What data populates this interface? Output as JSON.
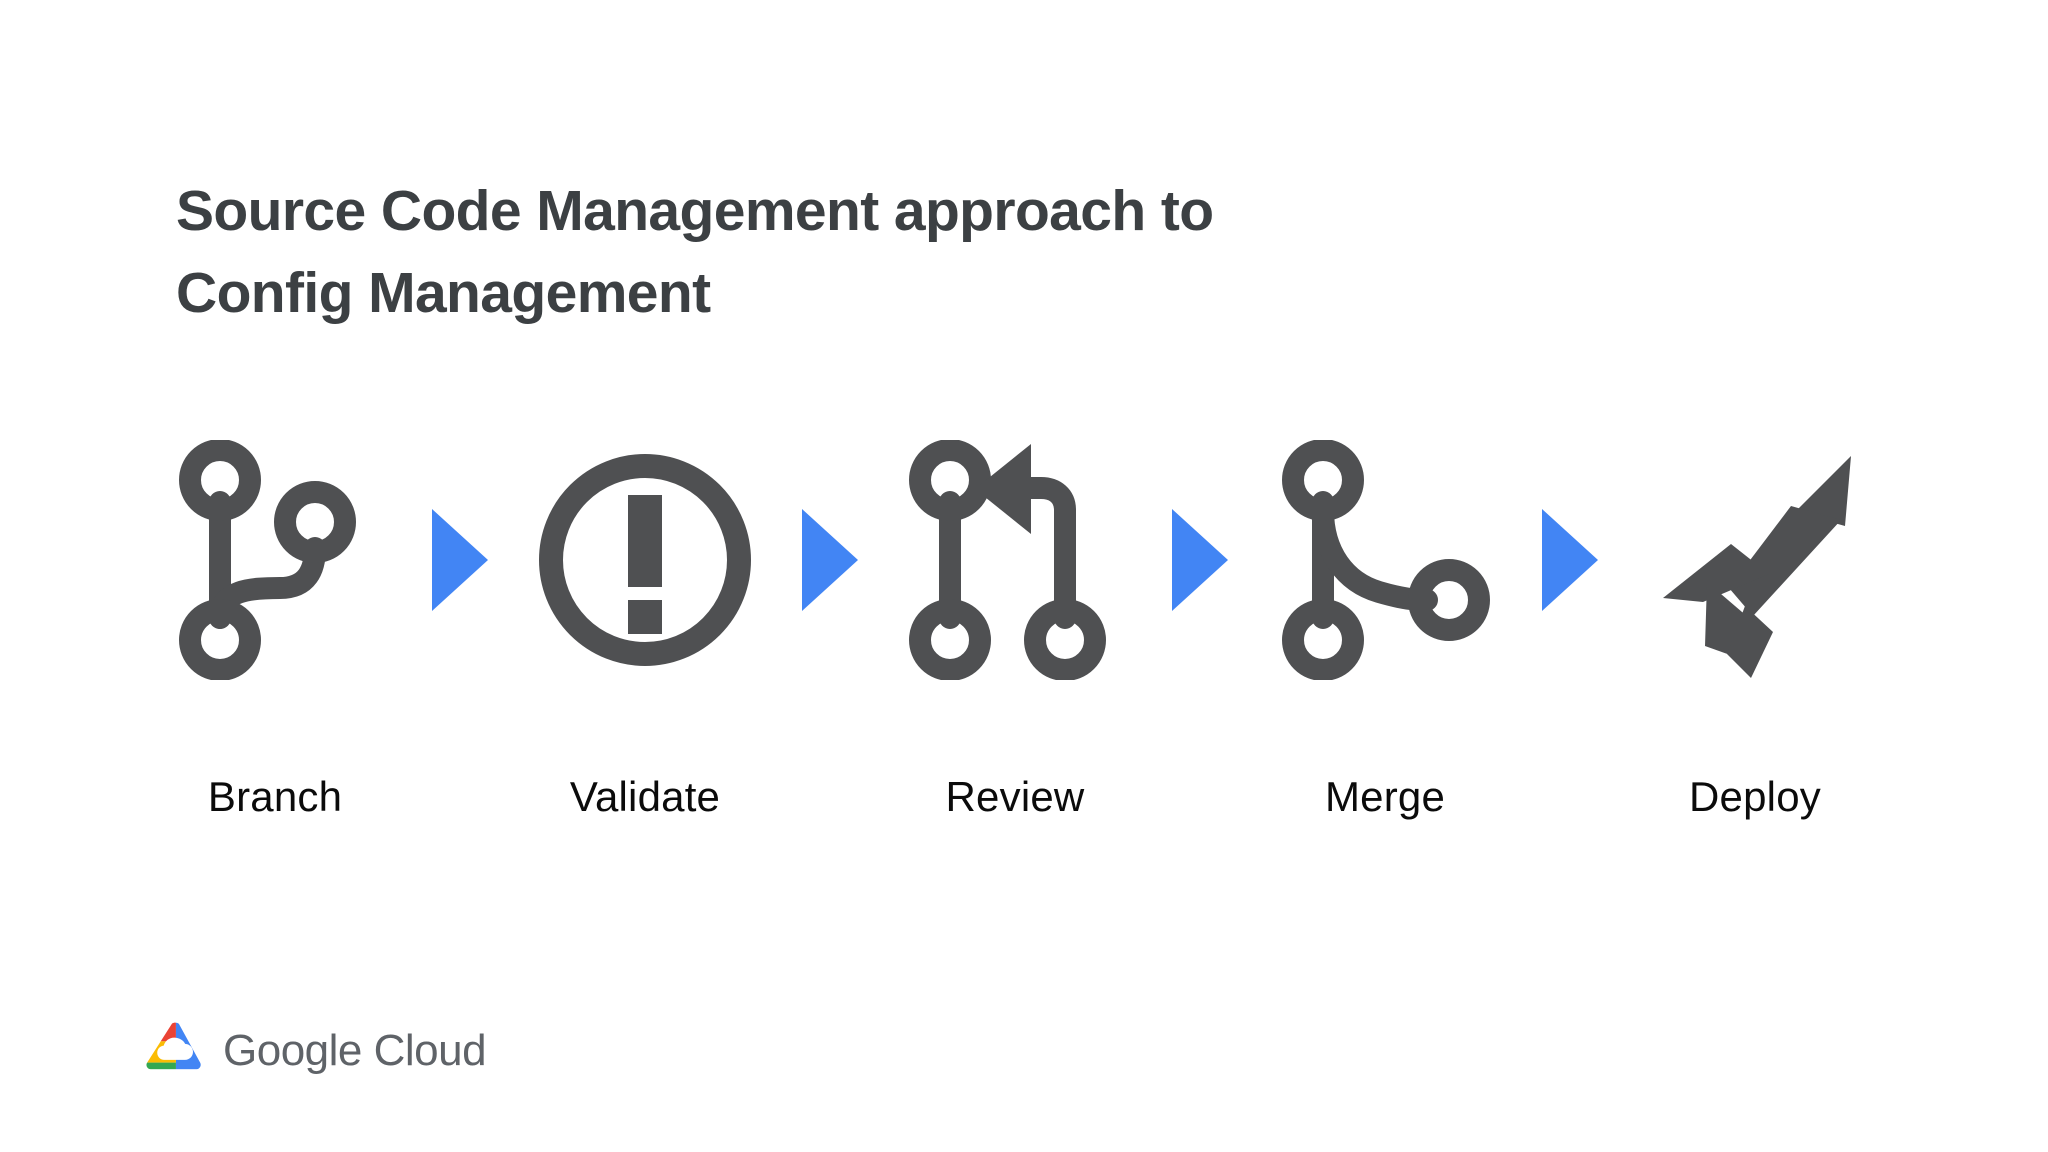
{
  "slide": {
    "background_color": "#FFFFFF",
    "title": {
      "line1": "Source Code Management approach to",
      "line2": "Config Management",
      "color": "#3C4043"
    },
    "flow": {
      "icon_color": "#4F5052",
      "arrow_color": "#4285F4",
      "arrow_icon_name": "chevron-right-arrow",
      "steps": [
        {
          "label": "Branch",
          "icon": "git-branch-icon"
        },
        {
          "label": "Validate",
          "icon": "exclamation-circle-icon"
        },
        {
          "label": "Review",
          "icon": "pull-request-icon"
        },
        {
          "label": "Merge",
          "icon": "git-merge-icon"
        },
        {
          "label": "Deploy",
          "icon": "rocket-icon"
        }
      ]
    },
    "footer": {
      "logo_mark_name": "google-cloud-logo-mark",
      "wordmark": "Google Cloud",
      "wordmark_color": "#5F6368",
      "brand_colors": {
        "red": "#EA4335",
        "yellow": "#FBBC04",
        "green": "#34A853",
        "blue": "#4285F4"
      }
    }
  }
}
